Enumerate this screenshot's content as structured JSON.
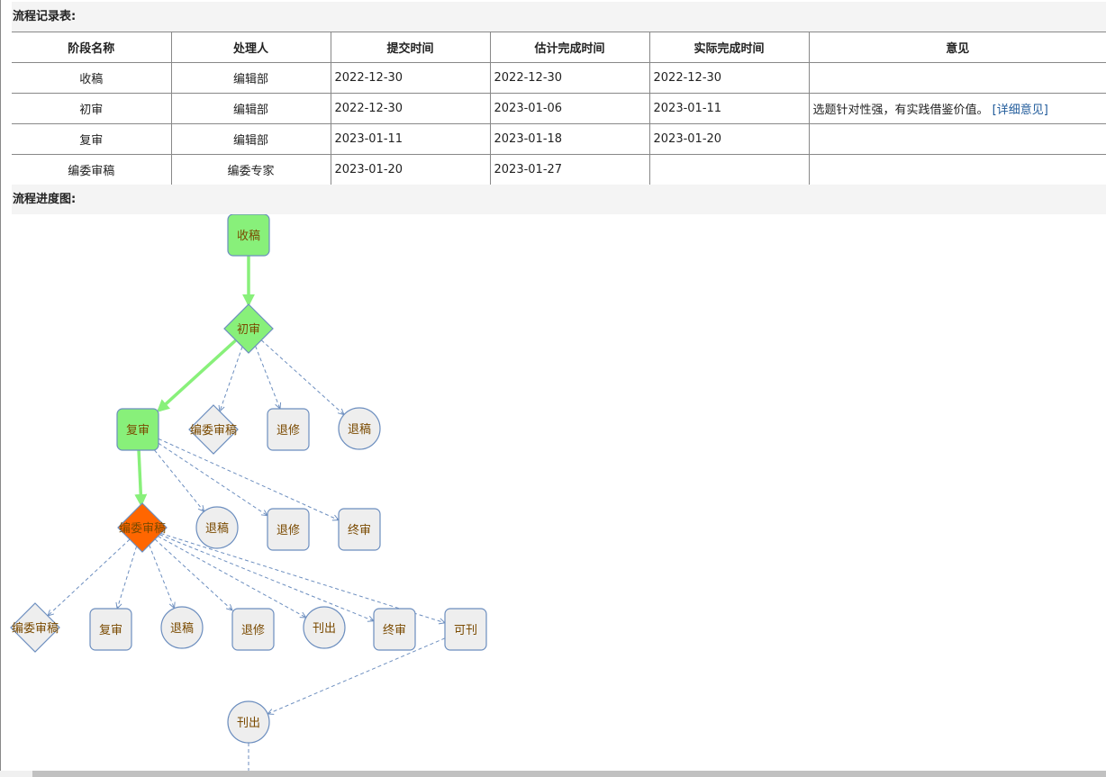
{
  "record_table": {
    "title": "流程记录表:",
    "columns": [
      "阶段名称",
      "处理人",
      "提交时间",
      "估计完成时间",
      "实际完成时间",
      "意见"
    ],
    "rows": [
      {
        "stage": "收稿",
        "handler": "编辑部",
        "submitted": "2022-12-30",
        "estimated": "2022-12-30",
        "actual": "2022-12-30",
        "comment": "",
        "link": ""
      },
      {
        "stage": "初审",
        "handler": "编辑部",
        "submitted": "2022-12-30",
        "estimated": "2023-01-06",
        "actual": "2023-01-11",
        "comment": "选题针对性强，有实践借鉴价值。",
        "link": "[详细意见]"
      },
      {
        "stage": "复审",
        "handler": "编辑部",
        "submitted": "2023-01-11",
        "estimated": "2023-01-18",
        "actual": "2023-01-20",
        "comment": "",
        "link": ""
      },
      {
        "stage": "编委审稿",
        "handler": "编委专家",
        "submitted": "2023-01-20",
        "estimated": "2023-01-27",
        "actual": "",
        "comment": "",
        "link": ""
      }
    ]
  },
  "flow_chart": {
    "title": "流程进度图:",
    "colors": {
      "done": "#88f07a",
      "current": "#ff6600",
      "pending": "#eeeeee",
      "stroke": "#6c8ebf",
      "done_edge": "#88f07a",
      "label": "#7a4a00"
    },
    "nodes": [
      {
        "id": "n1",
        "label": "收稿",
        "shape": "rect",
        "status": "done"
      },
      {
        "id": "n2",
        "label": "初审",
        "shape": "diamond",
        "status": "done"
      },
      {
        "id": "n3",
        "label": "复审",
        "shape": "rect",
        "status": "done"
      },
      {
        "id": "n4",
        "label": "编委审稿",
        "shape": "diamond",
        "status": "pending"
      },
      {
        "id": "n5",
        "label": "退修",
        "shape": "rect",
        "status": "pending"
      },
      {
        "id": "n6",
        "label": "退稿",
        "shape": "circle",
        "status": "pending"
      },
      {
        "id": "n7",
        "label": "编委审稿",
        "shape": "diamond",
        "status": "current"
      },
      {
        "id": "n8",
        "label": "退稿",
        "shape": "circle",
        "status": "pending"
      },
      {
        "id": "n9",
        "label": "退修",
        "shape": "rect",
        "status": "pending"
      },
      {
        "id": "n10",
        "label": "终审",
        "shape": "rect",
        "status": "pending"
      },
      {
        "id": "n11",
        "label": "编委审稿",
        "shape": "diamond",
        "status": "pending"
      },
      {
        "id": "n12",
        "label": "复审",
        "shape": "rect",
        "status": "pending"
      },
      {
        "id": "n13",
        "label": "退稿",
        "shape": "circle",
        "status": "pending"
      },
      {
        "id": "n14",
        "label": "退修",
        "shape": "rect",
        "status": "pending"
      },
      {
        "id": "n15",
        "label": "刊出",
        "shape": "circle",
        "status": "pending"
      },
      {
        "id": "n16",
        "label": "终审",
        "shape": "rect",
        "status": "pending"
      },
      {
        "id": "n17",
        "label": "可刊",
        "shape": "rect",
        "status": "pending"
      },
      {
        "id": "n18",
        "label": "刊出",
        "shape": "circle",
        "status": "pending"
      }
    ],
    "edges": [
      {
        "from": "n1",
        "to": "n2",
        "done": true
      },
      {
        "from": "n2",
        "to": "n3",
        "done": true
      },
      {
        "from": "n2",
        "to": "n4",
        "done": false
      },
      {
        "from": "n2",
        "to": "n5",
        "done": false
      },
      {
        "from": "n2",
        "to": "n6",
        "done": false
      },
      {
        "from": "n3",
        "to": "n7",
        "done": true
      },
      {
        "from": "n3",
        "to": "n8",
        "done": false
      },
      {
        "from": "n3",
        "to": "n9",
        "done": false
      },
      {
        "from": "n3",
        "to": "n10",
        "done": false
      },
      {
        "from": "n7",
        "to": "n11",
        "done": false
      },
      {
        "from": "n7",
        "to": "n12",
        "done": false
      },
      {
        "from": "n7",
        "to": "n13",
        "done": false
      },
      {
        "from": "n7",
        "to": "n14",
        "done": false
      },
      {
        "from": "n7",
        "to": "n15",
        "done": false
      },
      {
        "from": "n7",
        "to": "n16",
        "done": false
      },
      {
        "from": "n7",
        "to": "n17",
        "done": false
      },
      {
        "from": "n17",
        "to": "n18",
        "done": false
      },
      {
        "from": "n18",
        "to": "offscreen",
        "done": false
      }
    ]
  }
}
